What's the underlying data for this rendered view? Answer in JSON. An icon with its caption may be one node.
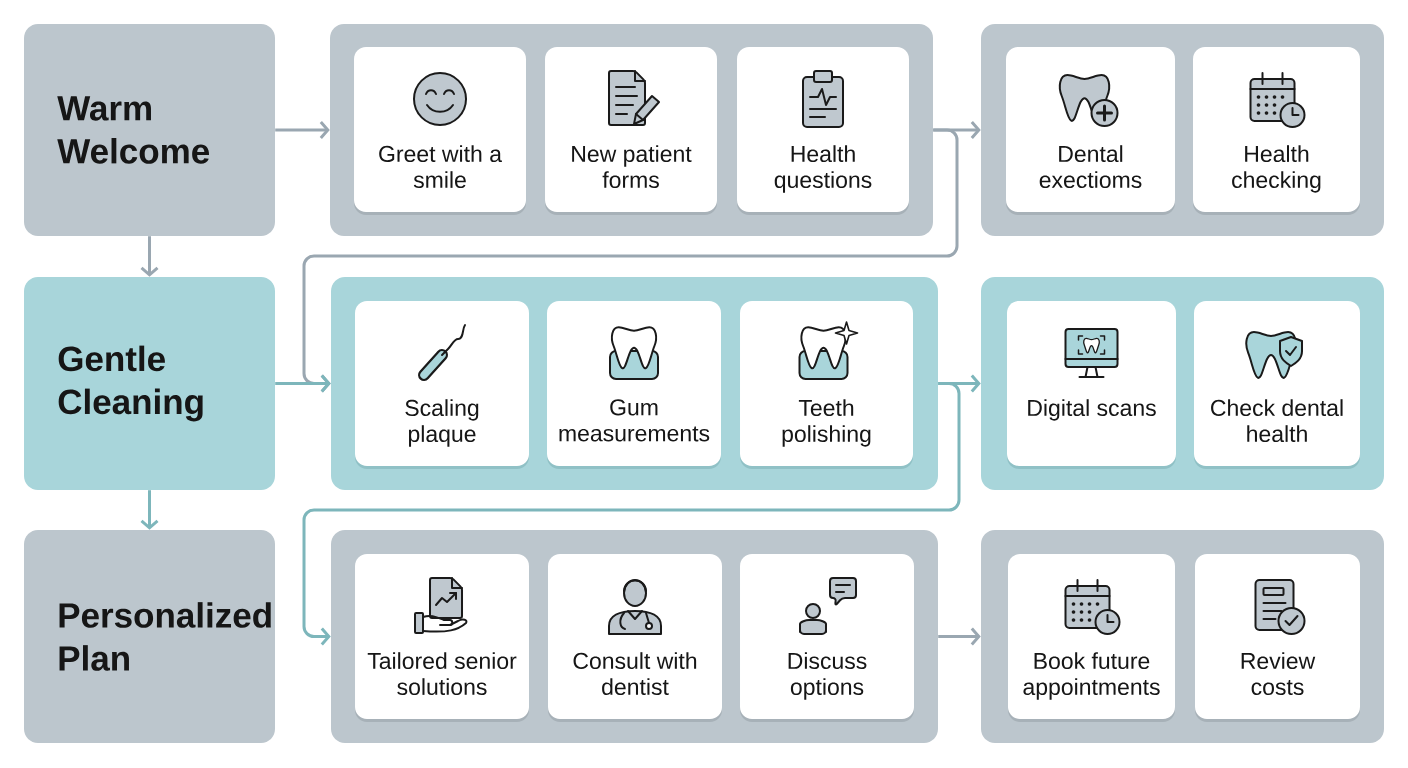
{
  "diagram": {
    "nodes": [
      {
        "text": [
          "Warm Welcome"
        ]
      },
      {
        "text": [],
        "shape": "box"
      },
      {
        "text": [
          "Greet with a smile"
        ],
        "in": 1
      },
      {
        "text": [
          "New patient forms"
        ],
        "in": 1
      },
      {
        "text": [
          "Health questions"
        ],
        "in": 1
      },
      {
        "text": [],
        "shape": "box"
      },
      {
        "text": [
          "Dental exectioms"
        ],
        "in": 5
      },
      {
        "text": [
          "Health checking"
        ],
        "in": 5
      },
      {
        "text": [
          "Gentle Cleaning"
        ]
      },
      {
        "text": [],
        "shape": "box"
      },
      {
        "text": [
          "Scaling plaque"
        ],
        "in": 9
      },
      {
        "text": [
          "Gum measurements"
        ],
        "in": 9
      },
      {
        "text": [
          "Teeth polishing"
        ],
        "in": 9
      },
      {
        "text": [],
        "shape": "box"
      },
      {
        "text": [
          "Digital scans"
        ],
        "in": 13
      },
      {
        "text": [
          "Check dental health"
        ],
        "in": 13
      },
      {
        "text": [
          "Personalized Plan"
        ]
      },
      {
        "text": [],
        "shape": "box"
      },
      {
        "text": [
          "Tailored senior solutions"
        ],
        "in": 17
      },
      {
        "text": [
          "Consult with dentist"
        ],
        "in": 17
      },
      {
        "text": [
          "Discuss options"
        ],
        "in": 17
      },
      {
        "text": [],
        "shape": "box"
      },
      {
        "text": [
          "Book future appointments"
        ],
        "in": 21
      },
      {
        "text": [
          "Review costs"
        ],
        "in": 21
      }
    ],
    "edges": [
      {
        "from": 0,
        "to": 1,
        "arrow": "to"
      },
      {
        "from": 1,
        "to": 5,
        "arrow": "to"
      },
      {
        "from": 1,
        "to": 9,
        "arrow": "to"
      },
      {
        "from": 0,
        "to": 8,
        "arrow": "to"
      },
      {
        "from": 8,
        "to": 9,
        "arrow": "to",
        "color": "#7db6bb"
      },
      {
        "from": 8,
        "to": 16,
        "arrow": "to",
        "color": "#7db6bb"
      },
      {
        "from": 9,
        "to": 13,
        "arrow": "to",
        "color": "#7db6bb"
      },
      {
        "from": 9,
        "to": 17,
        "arrow": "to",
        "color": "#7db6bb"
      },
      {
        "from": 17,
        "to": 21,
        "arrow": "to"
      }
    ]
  }
}
